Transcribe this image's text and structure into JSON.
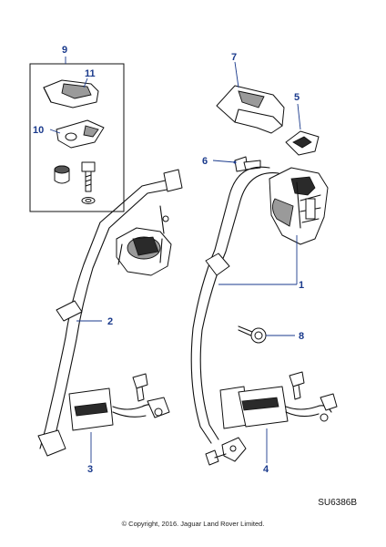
{
  "callouts": {
    "c1": "1",
    "c2": "2",
    "c3": "3",
    "c4": "4",
    "c5": "5",
    "c6": "6",
    "c7": "7",
    "c8": "8",
    "c9": "9",
    "c10": "10",
    "c11": "11"
  },
  "diagram_ref": "SU6386B",
  "copyright": "© Copyright, 2016. Jaguar Land Rover Limited.",
  "colors": {
    "callout": "#1a3a8c",
    "ink": "#111111",
    "shade": "#9a9a9a"
  }
}
